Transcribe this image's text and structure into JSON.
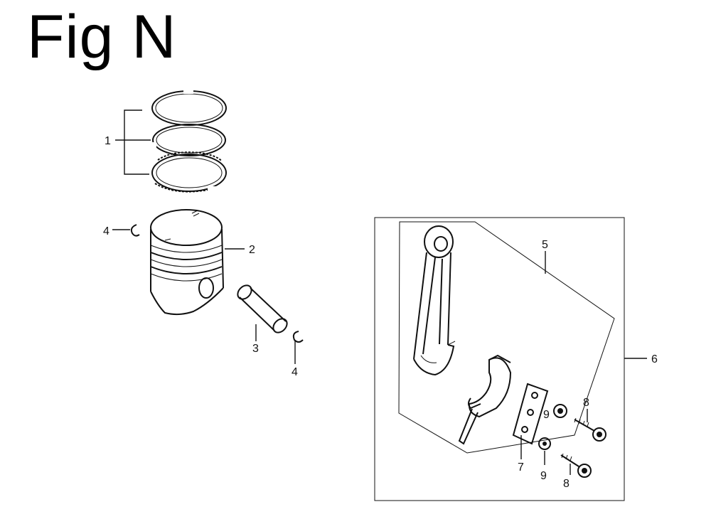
{
  "figure": {
    "title": "Fig N"
  },
  "callouts": {
    "c1": "1",
    "c2": "2",
    "c3": "3",
    "c4a": "4",
    "c4b": "4",
    "c5": "5",
    "c6": "6",
    "c7": "7",
    "c8a": "8",
    "c8b": "8",
    "c9a": "9",
    "c9b": "9"
  },
  "parts": [
    "piston-ring-set",
    "piston",
    "piston-pin",
    "piston-pin-clip",
    "connecting-rod",
    "connecting-rod-assembly",
    "lock-plate",
    "connecting-rod-bolt",
    "oil-dipper"
  ]
}
